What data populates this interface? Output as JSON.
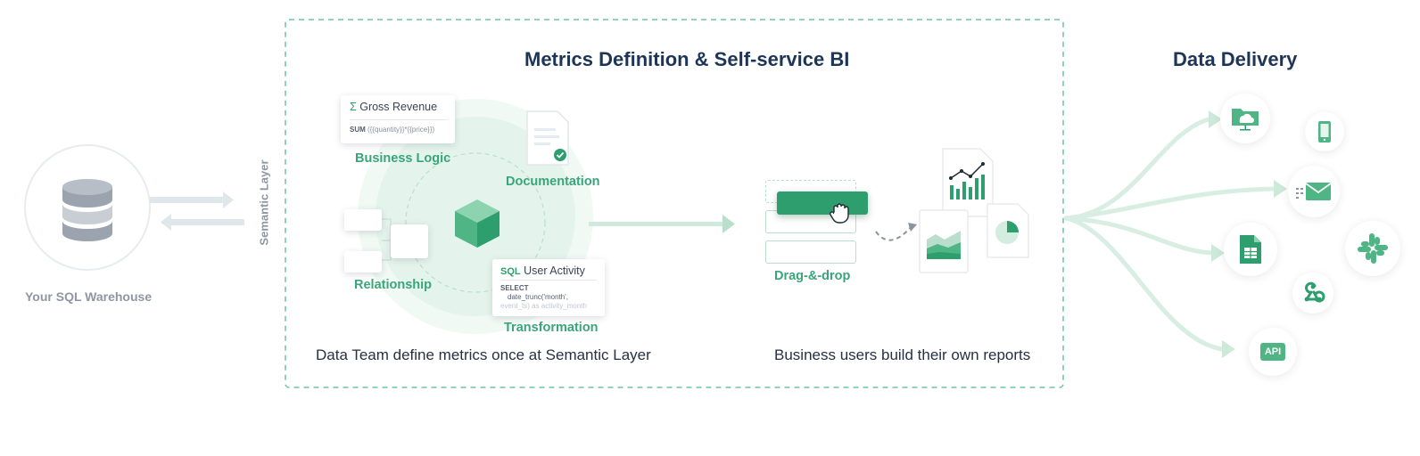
{
  "warehouse": {
    "label": "Your SQL Warehouse"
  },
  "semantic_layer": {
    "label": "Semantic Layer"
  },
  "center": {
    "title": "Metrics Definition & Self-service BI",
    "labels": {
      "business_logic": "Business Logic",
      "documentation": "Documentation",
      "relationship": "Relationship",
      "transformation": "Transformation",
      "drag_drop": "Drag-&-drop"
    },
    "gross_revenue_card": {
      "symbol": "Σ",
      "title": "Gross Revenue",
      "code_keyword": "SUM",
      "code": "({{quantity}}*{{price}})"
    },
    "sql_card": {
      "prefix": "SQL",
      "title": "User Activity",
      "line1": "SELECT",
      "line2": "date_trunc('month',",
      "line3": "event_ts) as activity_month"
    },
    "captions": {
      "left": "Data Team define metrics once at Semantic Layer",
      "right": "Business users build their own reports"
    }
  },
  "delivery": {
    "title": "Data Delivery",
    "icons": [
      "cloud-folder-icon",
      "mobile-icon",
      "email-icon",
      "spreadsheet-icon",
      "slack-icon",
      "webhook-icon",
      "api-icon"
    ],
    "api_label": "API"
  },
  "colors": {
    "accent": "#2e9e6e",
    "accent_light": "#e6f5ee",
    "title": "#1d3557",
    "border_dashed": "#6fc3a0",
    "arrow": "#d9ece3"
  }
}
